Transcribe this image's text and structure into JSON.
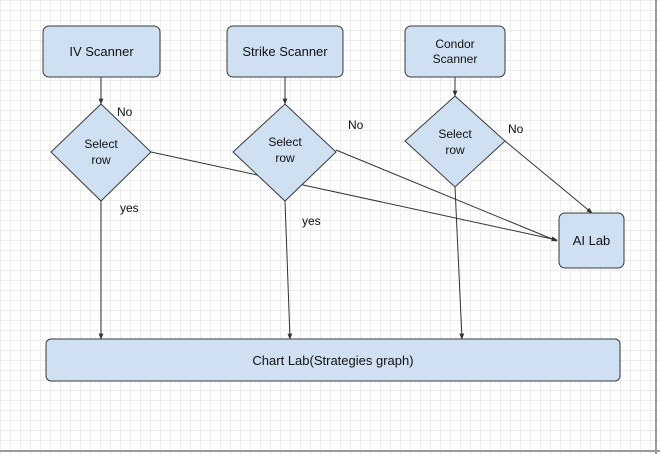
{
  "diagram": {
    "nodes": {
      "iv_scanner": "IV Scanner",
      "strike_scanner": "Strike Scanner",
      "condor_scanner_line1": "Condor",
      "condor_scanner_line2": "Scanner",
      "select_row_line1": "Select",
      "select_row_line2": "row",
      "ai_lab": "AI Lab",
      "chart_lab": "Chart Lab(Strategies graph)"
    },
    "edge_labels": {
      "no": "No",
      "yes": "yes"
    },
    "colors": {
      "node_fill": "#cfe0f2",
      "node_stroke": "#3a3a3a",
      "edge": "#333333"
    }
  }
}
